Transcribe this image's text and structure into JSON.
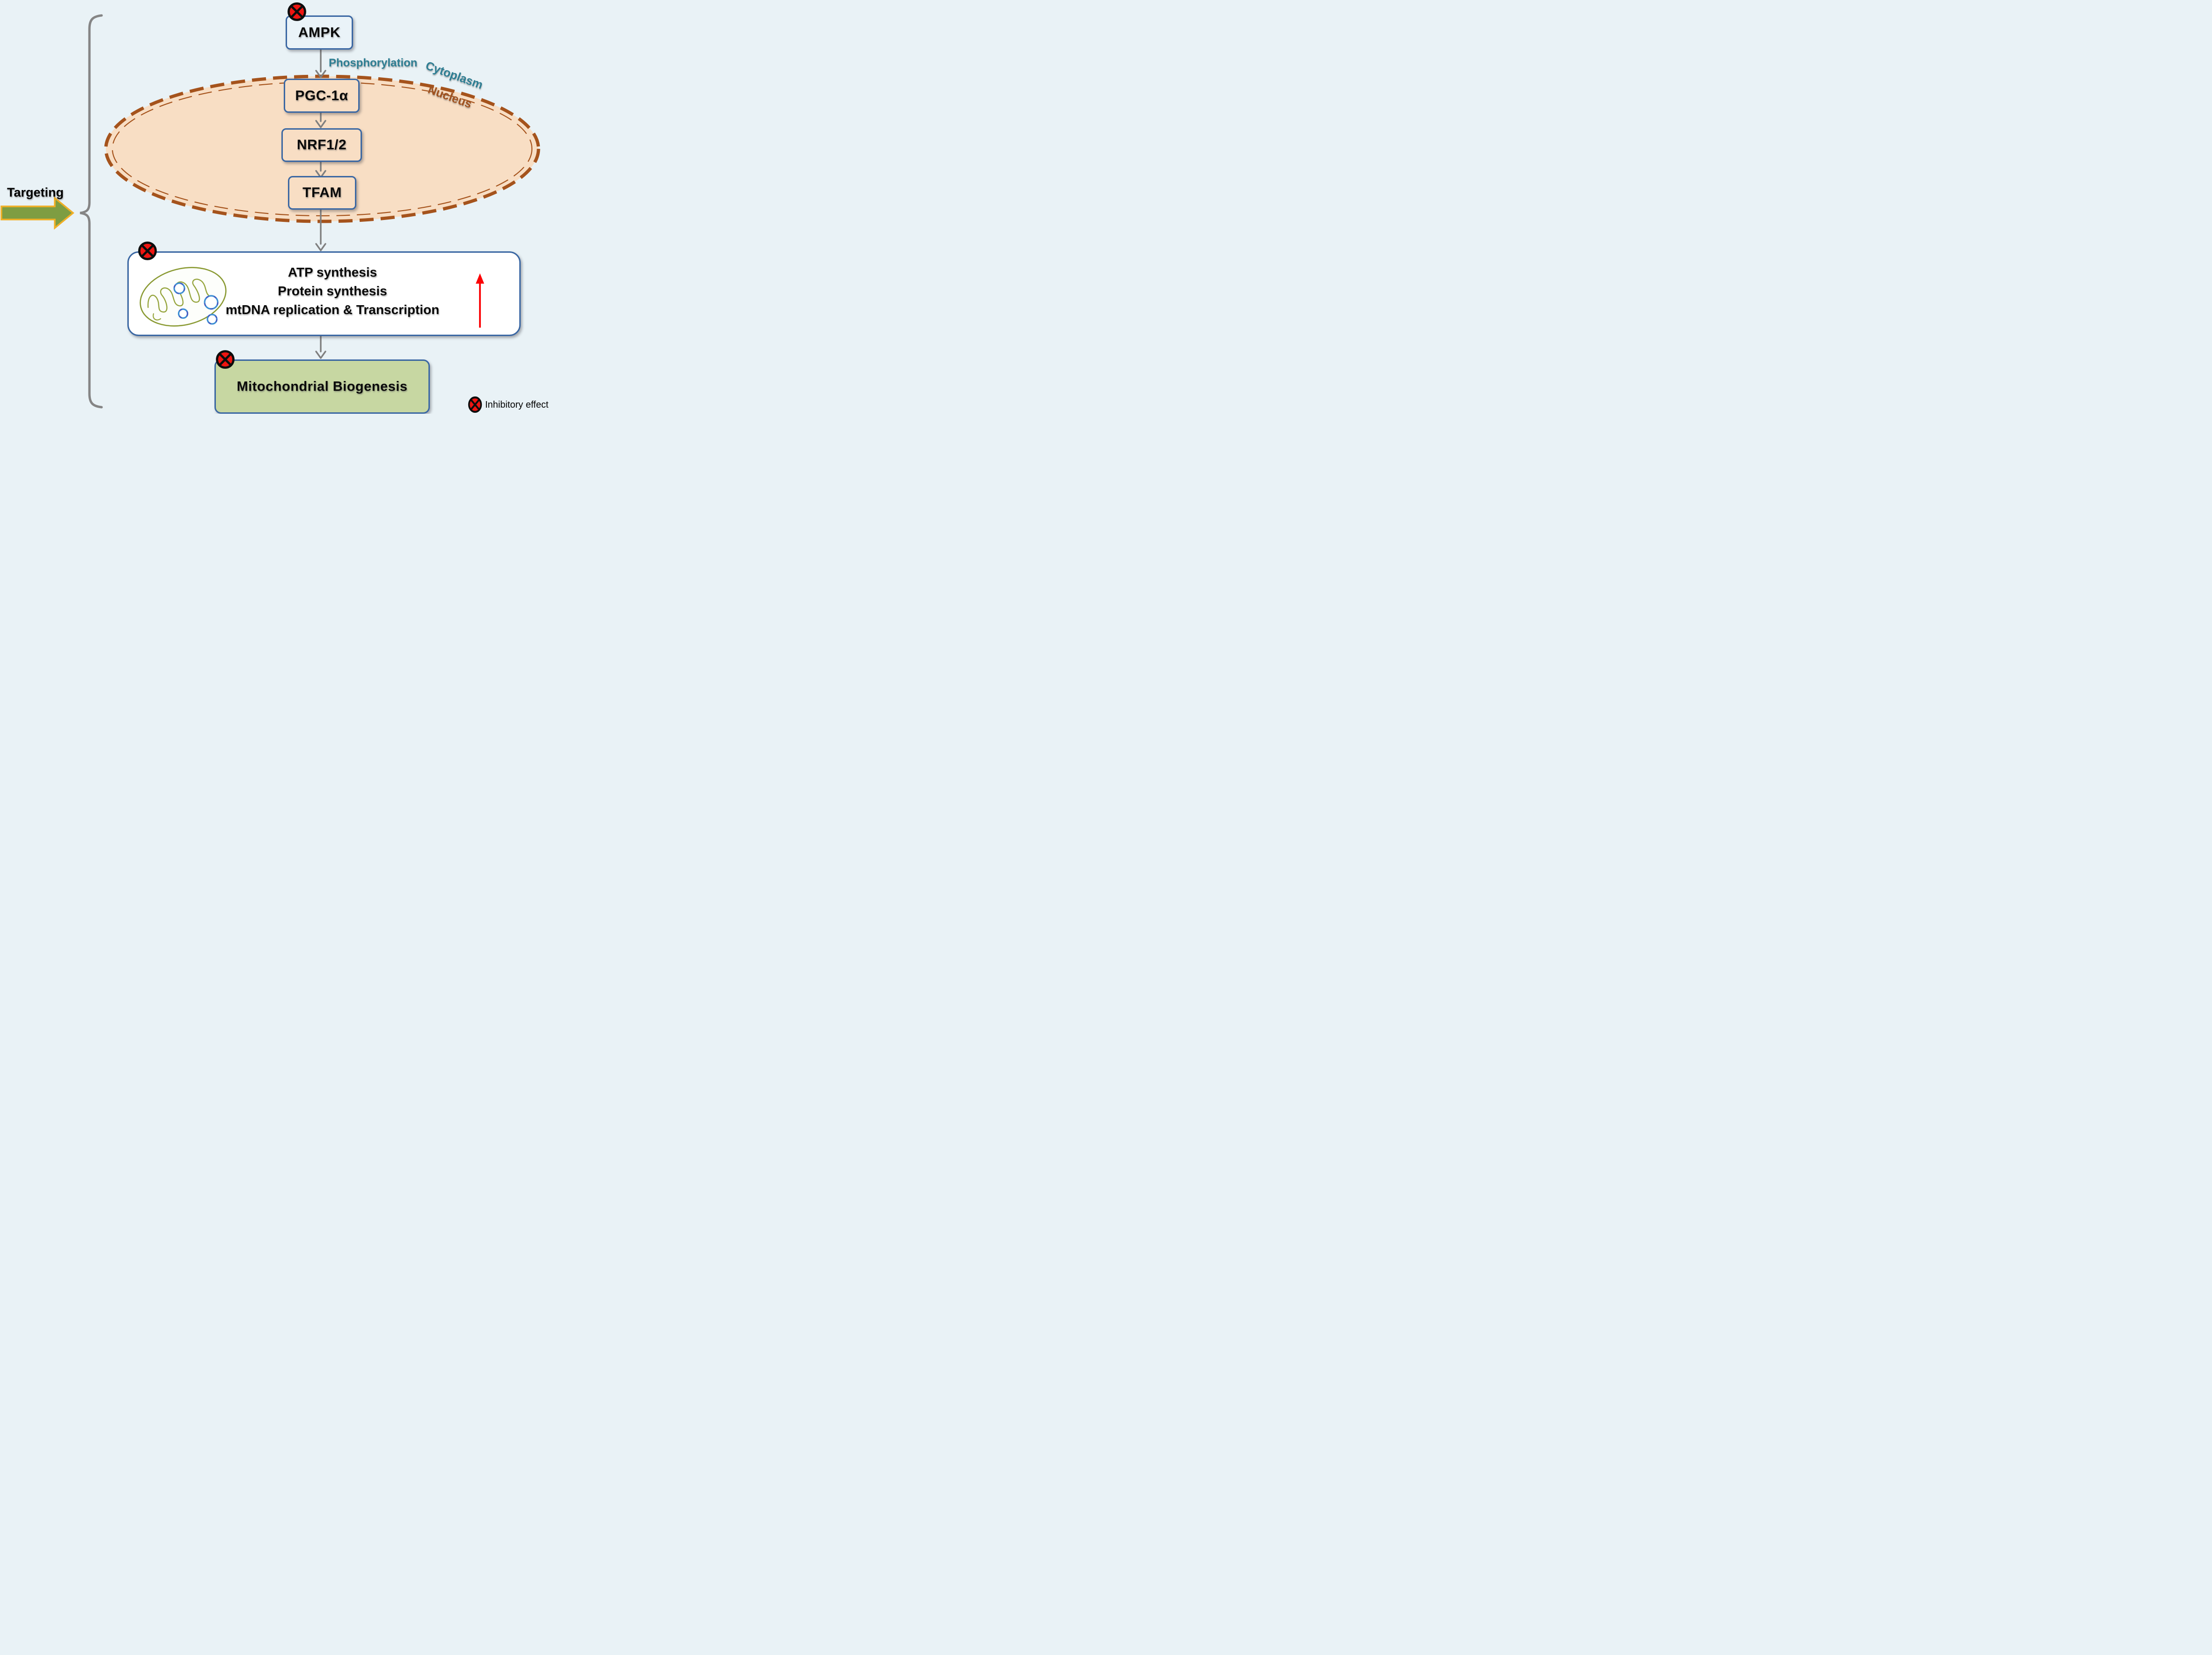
{
  "title": "AMPK mitochondrial biogenesis pathway diagram",
  "colors": {
    "background": "#e9f2f6",
    "box_border_blue": "#3a67a3",
    "nucleus_fill": "#f8dec4",
    "nucleus_border_brown": "#a5531c",
    "teal_label": "#2e7e93",
    "brown_label": "#a0521f",
    "inhibit_red": "#ee1511",
    "outcome_green_fill": "#c7d7a2",
    "targeting_arrow_green": "#7e9d42",
    "targeting_arrow_outline": "#f0af26",
    "arrow_gray": "#7f7f7f",
    "up_arrow_red": "#fb0205",
    "mitochondrion_outline": "#8a9a33",
    "mtdna_blue": "#3e8fd4"
  },
  "targeting": {
    "label": "Targeting"
  },
  "pathway": {
    "ampk": {
      "label": "AMPK"
    },
    "phosphorylation": {
      "label": "Phosphorylation"
    },
    "pgc1a": {
      "label": "PGC-1α"
    },
    "nrf12": {
      "label": "NRF1/2"
    },
    "tfam": {
      "label": "TFAM"
    }
  },
  "compartments": {
    "cytoplasm": "Cytoplasm",
    "nucleus": "Nucleus"
  },
  "mitochondria_box": {
    "lines": [
      "ATP synthesis",
      "Protein synthesis",
      "mtDNA replication & Transcription"
    ],
    "trend": "increase"
  },
  "outcome": {
    "label": "Mitochondrial Biogenesis"
  },
  "legend": {
    "label": "Inhibitory effect"
  }
}
